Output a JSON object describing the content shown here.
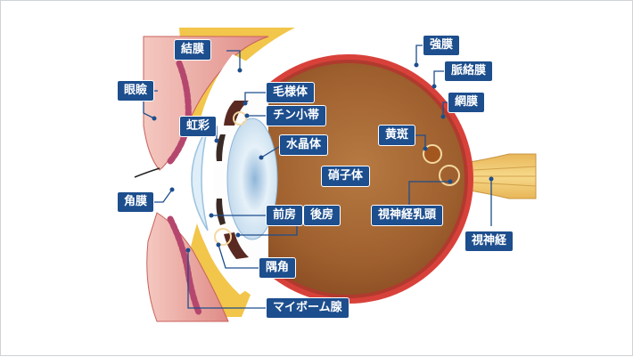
{
  "labels": {
    "kechakumaku": "結膜",
    "ganken": "眼瞼",
    "kousai": "虹彩",
    "mouyoutai": "毛様体",
    "chin": "チン小帯",
    "suishoutai": "水晶体",
    "kakumaku": "角膜",
    "zenbou": "前房",
    "kouhou": "後房",
    "guukaku": "隅角",
    "meibomian": "マイボーム腺",
    "shoushitai": "硝子体",
    "kyoumaku": "強膜",
    "myakurakumaku": "脈絡膜",
    "moumaku": "網膜",
    "ouhan": "黄斑",
    "shishinkei_nyuutou": "視神経乳頭",
    "shishinkei": "視神経"
  },
  "colors": {
    "label_bg": "#1d4e8d",
    "leader_line": "#1d4e8d",
    "vitreous": "#a86a34",
    "sclera": "#d8413a",
    "eyelid": "#e9a19a",
    "fat": "#f2c64a",
    "lens": "#cfe4f2"
  }
}
